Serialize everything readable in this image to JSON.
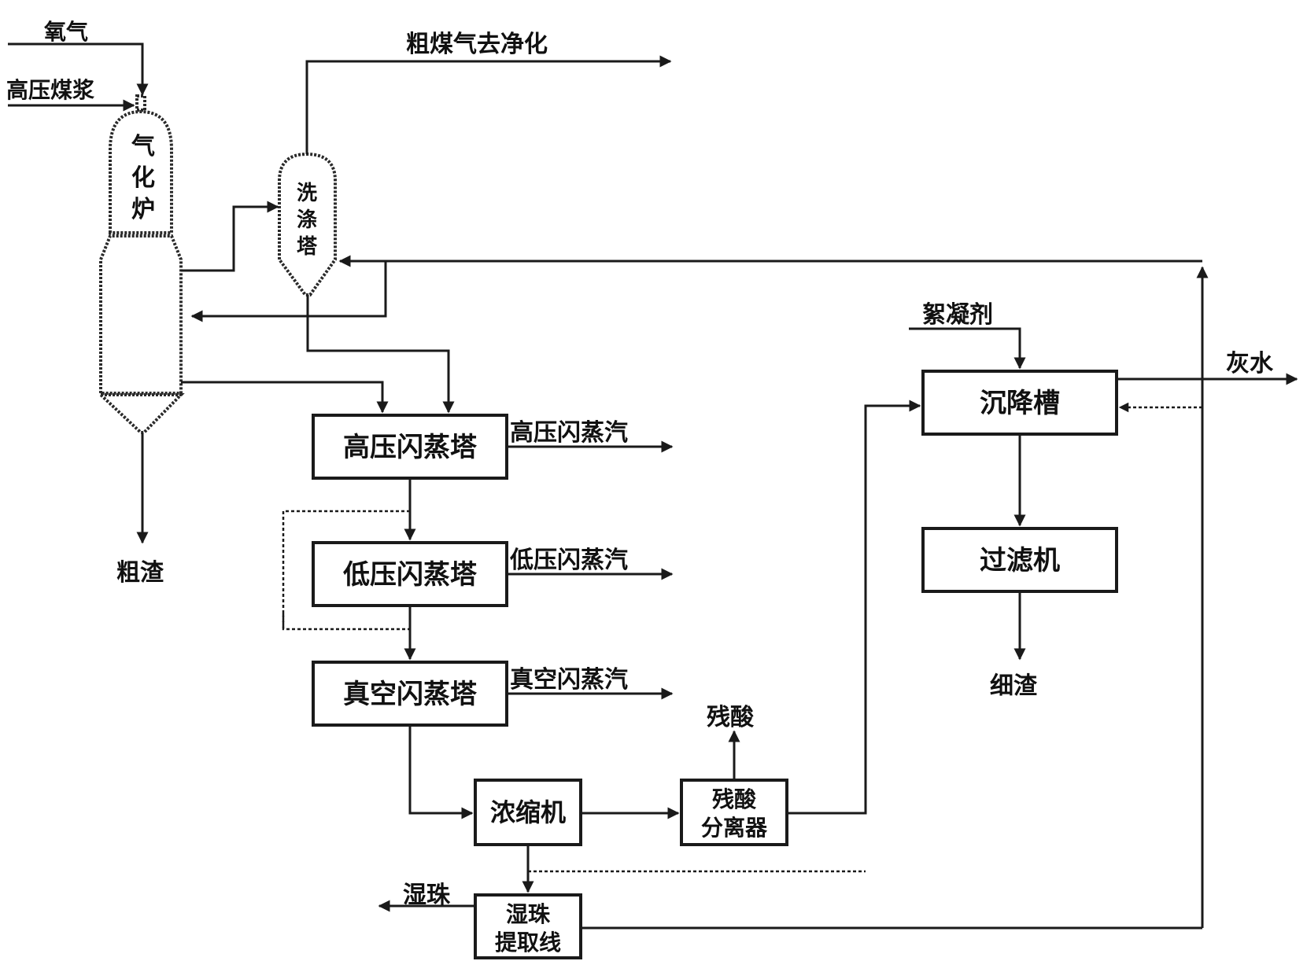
{
  "inputs": {
    "oxygen": "氧气",
    "coal_slurry": "高压煤浆",
    "flocculant": "絮凝剂"
  },
  "outputs": {
    "raw_syngas": "粗煤气去净化",
    "coarse_slag": "粗渣",
    "hp_flash_steam": "高压闪蒸汽",
    "lp_flash_steam": "低压闪蒸汽",
    "vac_flash_steam": "真空闪蒸汽",
    "residual_acid": "残酸",
    "ash_water": "灰水",
    "fine_slag": "细渣",
    "wet_bead": "湿珠"
  },
  "units": {
    "gasifier": [
      "气",
      "化",
      "炉"
    ],
    "scrubber": [
      "洗",
      "涤",
      "塔"
    ],
    "hp_flash": "高压闪蒸塔",
    "lp_flash": "低压闪蒸塔",
    "vac_flash": "真空闪蒸塔",
    "thickener": "浓缩机",
    "acid_separator": [
      "残酸",
      "分离器"
    ],
    "settling_tank": "沉降槽",
    "filter": "过滤机",
    "extraction_line": [
      "湿珠",
      "提取线"
    ]
  },
  "colors": {
    "line": "#1a1a1a",
    "background": "#ffffff"
  }
}
